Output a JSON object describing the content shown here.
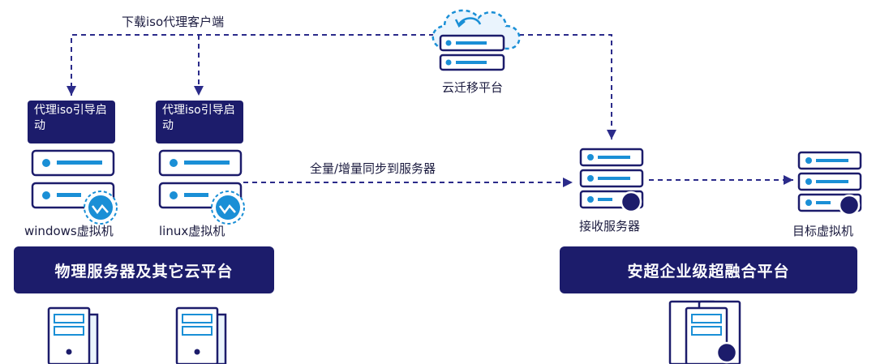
{
  "labels": {
    "download_iso": "下载iso代理客户端",
    "cloud_platform": "云迁移平台",
    "sync": "全量/增量同步到服务器",
    "receive_server": "接收服务器",
    "target_vm": "目标虚拟机",
    "windows_vm": "windows虚拟机",
    "linux_vm": "linux虚拟机",
    "agent_boot_windows": "代理iso引导启动",
    "agent_boot_linux": "代理iso引导启动"
  },
  "platforms": {
    "left": "物理服务器及其它云平台",
    "right": "安超企业级超融合平台"
  },
  "colors": {
    "navy": "#1c1c6b",
    "blue": "#1a8fd6",
    "line": "#2b2b8a"
  },
  "icons": [
    "cloud-migration-icon",
    "server-rack-icon",
    "sync-badge-icon",
    "tower-server-icon",
    "storage-cluster-icon"
  ]
}
